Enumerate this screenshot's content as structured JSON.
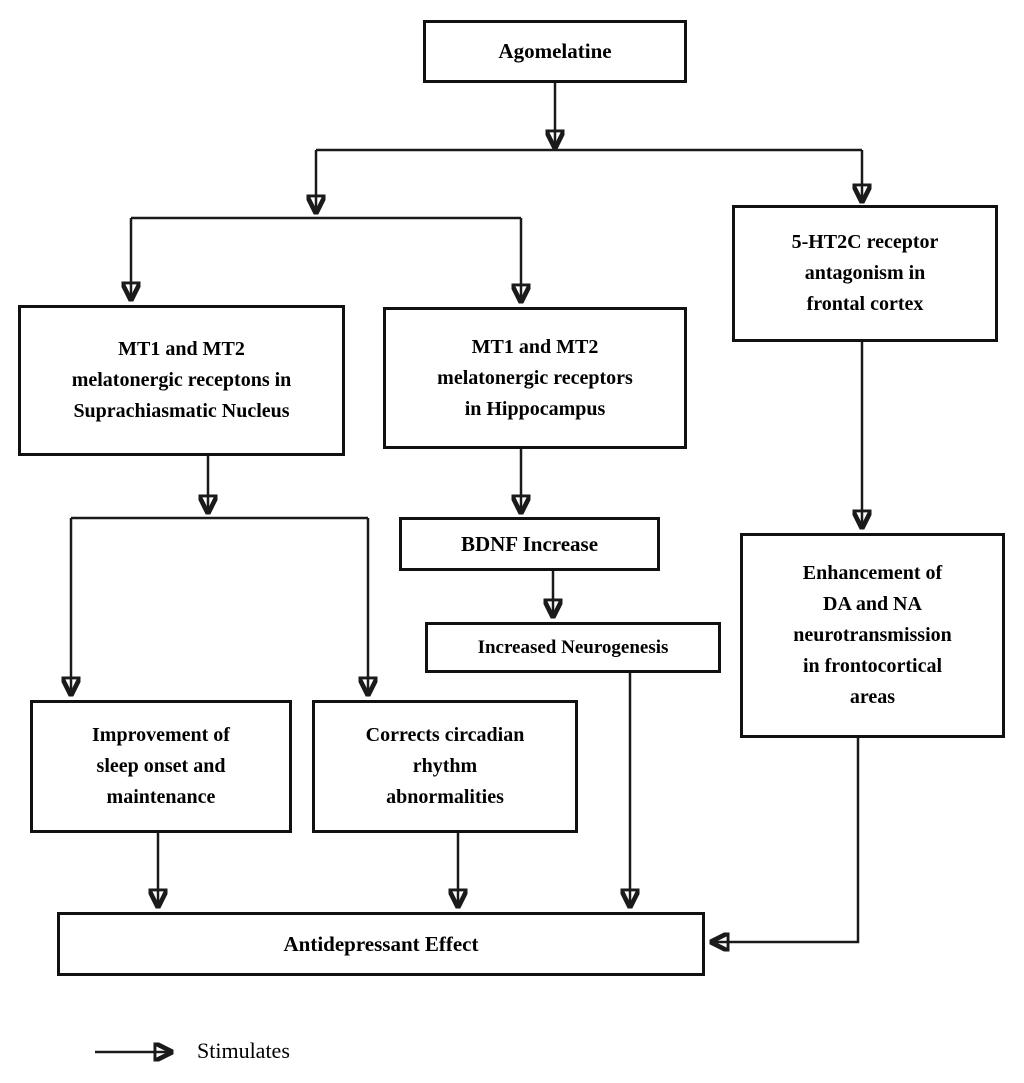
{
  "nodes": {
    "agomelatine": {
      "label": "Agomelatine"
    },
    "scn": {
      "label": "MT1 and MT2\nmelatonergic receptons in\nSuprachiasmatic Nucleus"
    },
    "hippocampus": {
      "label": "MT1 and MT2\nmelatonergic receptors\nin Hippocampus"
    },
    "serotonin_antagonism": {
      "label": "5-HT2C receptor\nantagonism in\nfrontal cortex"
    },
    "bdnf_increase": {
      "label": "BDNF Increase"
    },
    "increased_neurogenesis": {
      "label": "Increased Neurogenesis"
    },
    "sleep_improvement": {
      "label": "Improvement of\nsleep onset and\nmaintenance"
    },
    "circadian_correction": {
      "label": "Corrects circadian\nrhythm\nabnormalities"
    },
    "da_na_enhancement": {
      "label": "Enhancement of\nDA and NA\nneurotransmission\nin frontocortical\nareas"
    },
    "antidepressant_effect": {
      "label": "Antidepressant Effect"
    }
  },
  "edges": [
    {
      "from": "agomelatine",
      "to": "scn",
      "type": "stimulates"
    },
    {
      "from": "agomelatine",
      "to": "hippocampus",
      "type": "stimulates"
    },
    {
      "from": "agomelatine",
      "to": "serotonin_antagonism",
      "type": "stimulates"
    },
    {
      "from": "scn",
      "to": "sleep_improvement",
      "type": "stimulates"
    },
    {
      "from": "scn",
      "to": "circadian_correction",
      "type": "stimulates"
    },
    {
      "from": "hippocampus",
      "to": "bdnf_increase",
      "type": "stimulates"
    },
    {
      "from": "bdnf_increase",
      "to": "increased_neurogenesis",
      "type": "stimulates"
    },
    {
      "from": "serotonin_antagonism",
      "to": "da_na_enhancement",
      "type": "stimulates"
    },
    {
      "from": "sleep_improvement",
      "to": "antidepressant_effect",
      "type": "stimulates"
    },
    {
      "from": "circadian_correction",
      "to": "antidepressant_effect",
      "type": "stimulates"
    },
    {
      "from": "increased_neurogenesis",
      "to": "antidepressant_effect",
      "type": "stimulates"
    },
    {
      "from": "da_na_enhancement",
      "to": "antidepressant_effect",
      "type": "stimulates"
    }
  ],
  "legend": {
    "label": "Stimulates",
    "icon": "right-arrow-icon"
  },
  "colors": {
    "line": "#1a1a1a",
    "box_border": "#111111",
    "text": "#000000",
    "background": "#ffffff"
  }
}
